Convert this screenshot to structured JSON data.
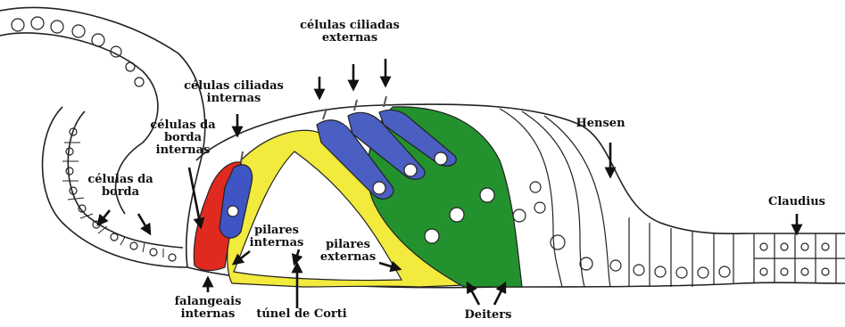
{
  "labels": {
    "ohc": [
      "células ciliadas",
      "externas"
    ],
    "ihc": [
      "células ciliadas",
      "internas"
    ],
    "inner_border": [
      "células da",
      "borda",
      "internas"
    ],
    "border": [
      "células da",
      "borda"
    ],
    "inner_pillars": [
      "pilares",
      "internas"
    ],
    "outer_pillars": [
      "pilares",
      "externas"
    ],
    "phalangeal": [
      "falangeais",
      "internas"
    ],
    "tunnel": "túnel de Corti",
    "deiters": "Deiters",
    "hensen": "Hensen",
    "claudius": "Claudius"
  },
  "colors": {
    "inner_border_cells": "#e02a1f",
    "inner_hair_cell": "#3f55c4",
    "pillar_cells": "#f2ea3c",
    "outer_hair_cells": "#4a5fc1",
    "deiters_cells": "#23922e",
    "outline": "#222222"
  }
}
